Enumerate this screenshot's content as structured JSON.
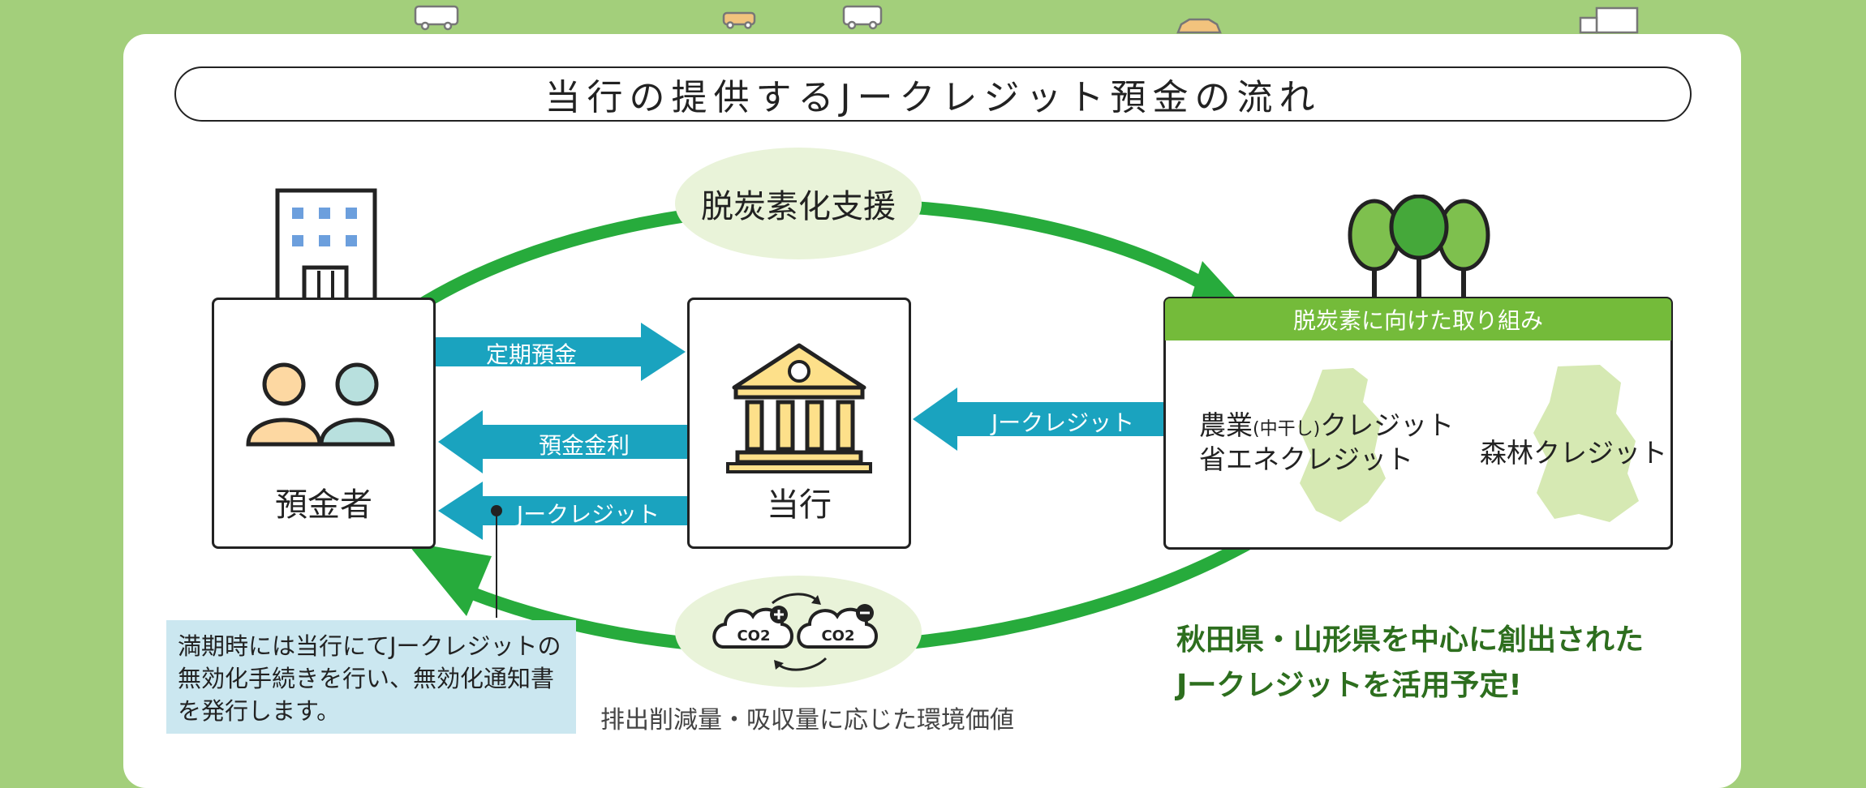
{
  "title": "当行の提供するJークレジット預金の流れ",
  "depositor": {
    "label": "預金者"
  },
  "bank": {
    "label": "当行"
  },
  "arrows": {
    "fixed_deposit": "定期預金",
    "interest": "預金金利",
    "jcredit_to_depositor": "Jークレジット",
    "jcredit_to_bank": "Jークレジット"
  },
  "decarbon_support": "脱炭素化支援",
  "initiative": {
    "header": "脱炭素に向けた取り組み",
    "agri_prefix": "農業",
    "agri_note": "(中干し)",
    "agri_suffix": "クレジット",
    "energy": "省エネクレジット",
    "forest": "森林クレジット"
  },
  "note": "満期時には当行にてJークレジットの無効化手続きを行い、無効化通知書を発行します。",
  "plan": {
    "line1": "秋田県・山形県を中心に創出された",
    "line2": "Jークレジットを活用予定!"
  },
  "caption": "排出削減量・吸収量に応じた環境価値",
  "co2": {
    "left": "CO2",
    "right": "CO2"
  },
  "colors": {
    "bg": "#a3cf7b",
    "green_arrow": "#27ab3c",
    "teal_arrow": "#1aa3bf",
    "header_green": "#74bb3a",
    "plan_text": "#2d6e1e"
  }
}
